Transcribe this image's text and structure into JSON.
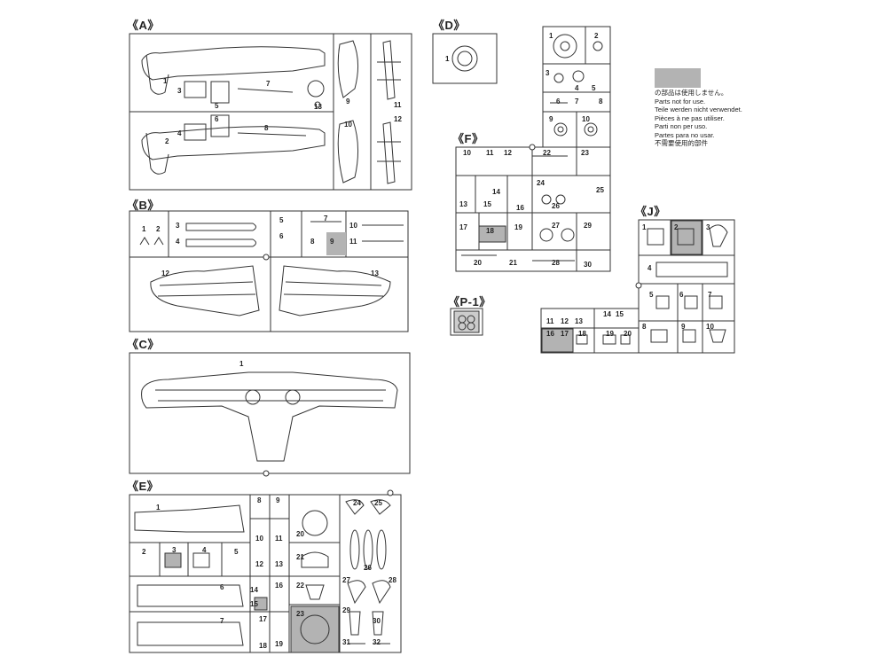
{
  "colors": {
    "unused_part": "#b3b3b3",
    "line": "#333333"
  },
  "sections": {
    "A": {
      "label": "《A》",
      "parts": [
        "1",
        "2",
        "3",
        "4",
        "5",
        "6",
        "7",
        "8",
        "9",
        "10",
        "11",
        "12",
        "13"
      ]
    },
    "B": {
      "label": "《B》",
      "parts": [
        "1",
        "2",
        "3",
        "4",
        "5",
        "6",
        "7",
        "8",
        "9",
        "10",
        "11",
        "12",
        "13"
      ],
      "unused": [
        "9"
      ]
    },
    "C": {
      "label": "《C》",
      "parts": [
        "1"
      ]
    },
    "D": {
      "label": "《D》",
      "parts": [
        "1",
        "2",
        "3",
        "4",
        "5",
        "6",
        "7",
        "8",
        "9",
        "10"
      ]
    },
    "E": {
      "label": "《E》",
      "parts": [
        "1",
        "2",
        "3",
        "4",
        "5",
        "6",
        "7",
        "8",
        "9",
        "10",
        "11",
        "12",
        "13",
        "14",
        "15",
        "16",
        "17",
        "18",
        "19",
        "20",
        "21",
        "22",
        "23",
        "24",
        "25",
        "26",
        "27",
        "28",
        "29",
        "30",
        "31",
        "32"
      ],
      "unused": [
        "3",
        "15",
        "23"
      ]
    },
    "F": {
      "label": "《F》",
      "parts": [
        "10",
        "11",
        "12",
        "13",
        "14",
        "15",
        "16",
        "17",
        "18",
        "19",
        "20",
        "21",
        "22",
        "23",
        "24",
        "25",
        "26",
        "27",
        "28",
        "29",
        "30"
      ],
      "unused": [
        "18"
      ]
    },
    "J": {
      "label": "《J》",
      "parts": [
        "1",
        "2",
        "3",
        "4",
        "5",
        "6",
        "7",
        "8",
        "9",
        "10",
        "11",
        "12",
        "13",
        "14",
        "15",
        "16",
        "17",
        "18",
        "19",
        "20"
      ],
      "unused": [
        "2",
        "16",
        "17"
      ]
    },
    "P1": {
      "label": "《P-1》",
      "parts": []
    }
  },
  "legend": {
    "ja": "の部品は使用しません。",
    "en": "Parts not for use.",
    "de": "Teile werden nicht verwendet.",
    "fr": "Pièces à ne pas utiliser.",
    "it": "Parti non per uso.",
    "es": "Partes para no usar.",
    "zh": "不需要使用的部件"
  }
}
